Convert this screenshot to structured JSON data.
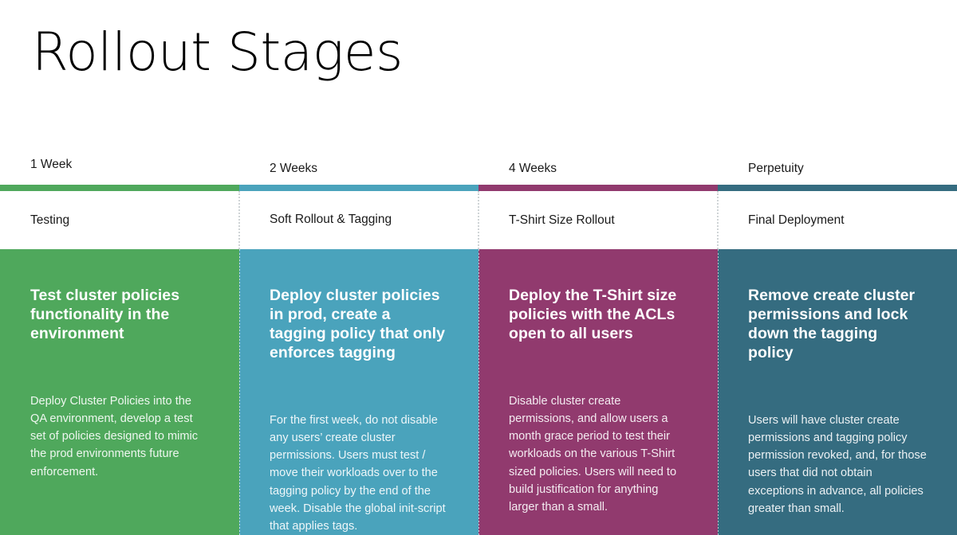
{
  "title": "Rollout Stages",
  "colors": {
    "green": "#4FA85C",
    "teal": "#4AA3BC",
    "plum": "#913A6E",
    "steel": "#356C80",
    "page_background": "#FFFFFF",
    "text_dark": "#1A1A1A",
    "separator_light": "#CFD4D6"
  },
  "stages": [
    {
      "duration": "1 Week",
      "name": "Testing",
      "heading": "Test cluster policies functionality in the environment",
      "body": "Deploy Cluster Policies into the QA environment, develop a test set of policies designed to mimic the prod environments future enforcement.",
      "color": "#4FA85C"
    },
    {
      "duration": "2 Weeks",
      "name": "Soft Rollout & Tagging",
      "heading": "Deploy cluster policies in prod, create a tagging policy that only enforces tagging",
      "body": "For the first week, do not disable any users’ create cluster permissions. Users must test / move their workloads over to the tagging policy by the end of the week. Disable the global init-script that applies tags.",
      "color": "#4AA3BC"
    },
    {
      "duration": "4 Weeks",
      "name": "T-Shirt Size Rollout",
      "heading": "Deploy the T-Shirt size policies with the ACLs open to all users",
      "body": "Disable cluster create permissions, and allow users a month grace period to test their workloads on the various T-Shirt sized policies. Users will need to build justification for anything larger than a small.",
      "color": "#913A6E"
    },
    {
      "duration": "Perpetuity",
      "name": "Final Deployment",
      "heading": "Remove create cluster permissions and lock down the tagging policy",
      "body": "Users will have cluster create permissions and tagging policy permission revoked, and, for those users that did not obtain exceptions in advance, all policies greater than small.",
      "color": "#356C80"
    }
  ]
}
